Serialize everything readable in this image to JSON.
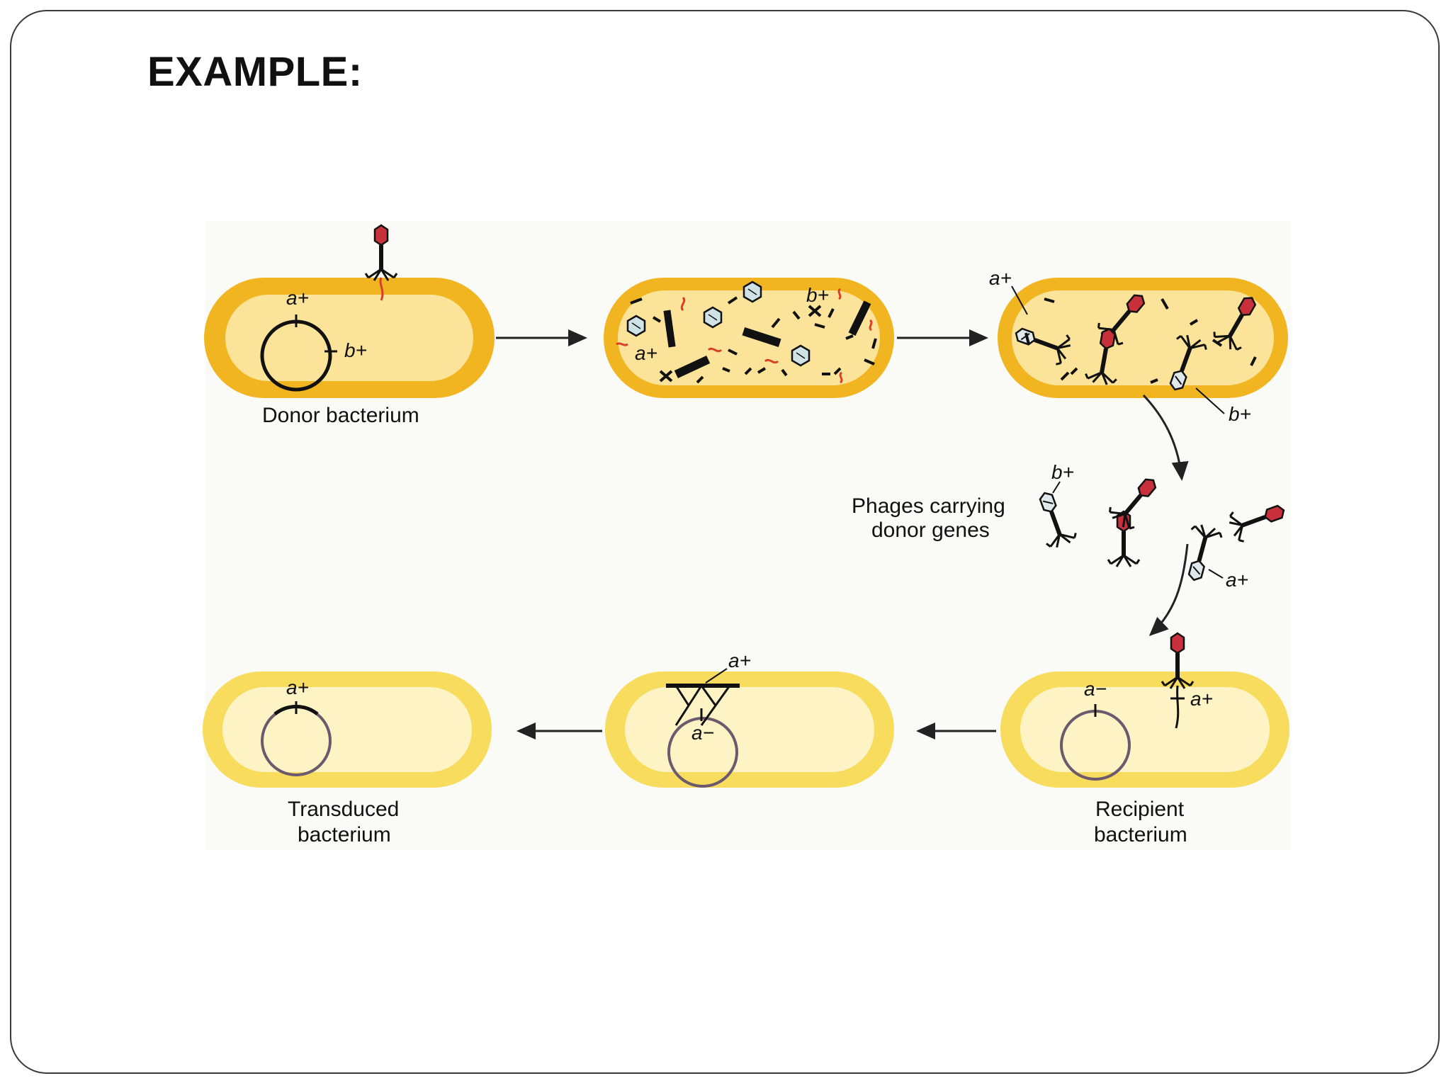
{
  "slide": {
    "title": "EXAMPLE:"
  },
  "colors": {
    "cell_outer_dark": "#f0b520",
    "cell_inner_dark": "#fbe39a",
    "cell_outer_light": "#f8dc5e",
    "cell_inner_light": "#fdf3c4",
    "phage_head": "#c8313b",
    "donor_dna_fragment": "#d9402a",
    "chromosome_donor": "#111111",
    "chromosome_recipient": "#6b5a6e"
  },
  "labels": {
    "donor_bacterium": "Donor bacterium",
    "phages_line1": "Phages carrying",
    "phages_line2": "donor genes",
    "transduced_line1": "Transduced",
    "transduced_line2": "bacterium",
    "recipient_line1": "Recipient",
    "recipient_line2": "bacterium"
  },
  "genes": {
    "a_plus": "a+",
    "b_plus": "b+",
    "a_minus": "a−"
  }
}
